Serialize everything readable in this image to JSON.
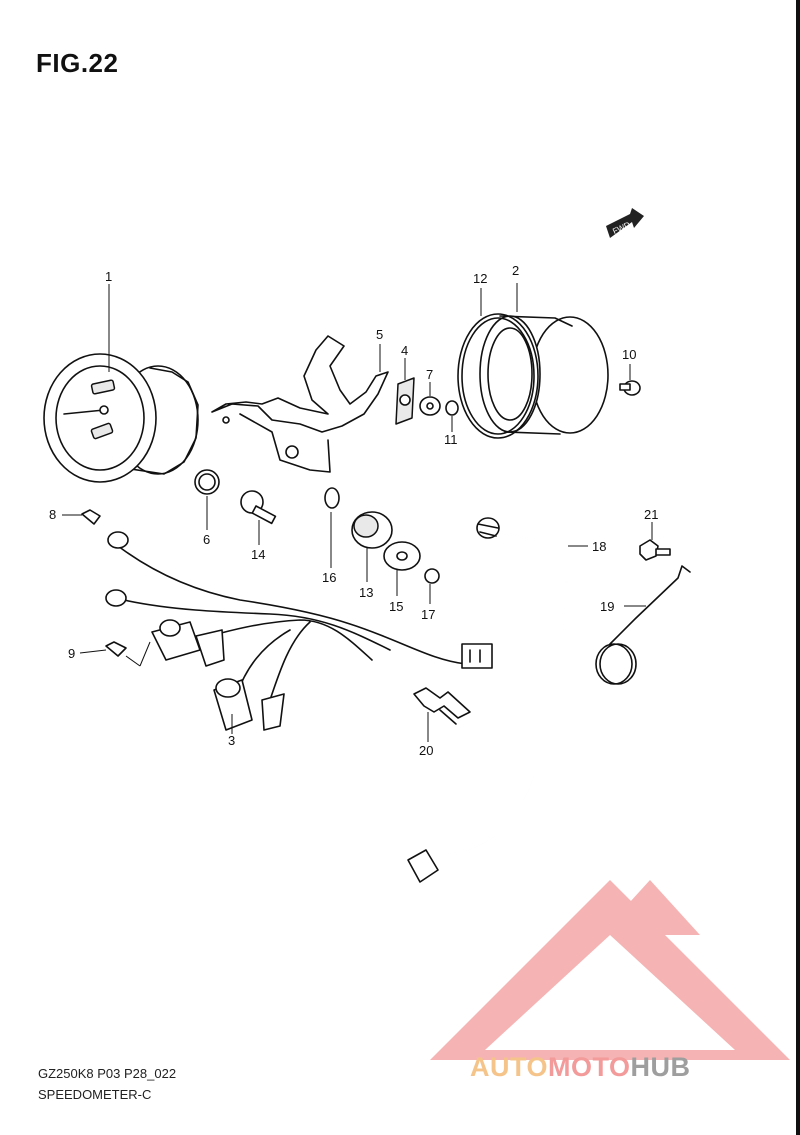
{
  "figure_title": "FIG.22",
  "fwd_badge": "FWD",
  "footer": {
    "model_code": "GZ250K8 P03 P28_022",
    "section_name": "SPEEDOMETER-C"
  },
  "watermark": {
    "part_a": "AUTO",
    "part_b": "MOTO",
    "part_c": "HUB",
    "colors": {
      "triangle": "#f29a9a",
      "auto": "#f5c48a",
      "moto": "#f39a9a",
      "hub": "#9e9e9e"
    }
  },
  "part_numbers": [
    "1",
    "2",
    "3",
    "4",
    "5",
    "6",
    "7",
    "8",
    "9",
    "10",
    "11",
    "12",
    "13",
    "14",
    "15",
    "16",
    "17",
    "18",
    "19",
    "20",
    "21"
  ]
}
